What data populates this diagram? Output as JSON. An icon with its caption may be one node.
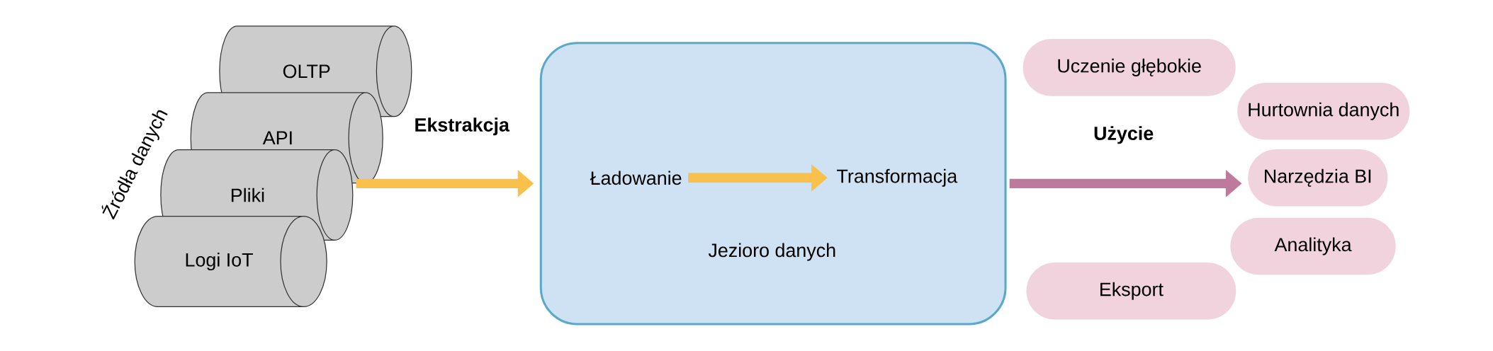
{
  "diagram": {
    "nodes": [
      {
        "text": [
          "OLTP"
        ]
      },
      {
        "text": [
          "API"
        ]
      },
      {
        "text": [
          "Pliki"
        ]
      },
      {
        "text": [
          "Logi IoT"
        ]
      },
      {
        "text": [
          "Jezioro danych"
        ]
      },
      {
        "text": [
          "Ładowanie"
        ],
        "in": 4
      },
      {
        "text": [
          "Transformacja"
        ],
        "in": 4
      },
      {
        "text": [
          "Uczenie głębokie"
        ]
      },
      {
        "text": [
          "Hurtownia danych"
        ]
      },
      {
        "text": [
          "Narzędzia BI"
        ]
      },
      {
        "text": [
          "Analityka"
        ]
      },
      {
        "text": [
          "Eksport"
        ]
      }
    ],
    "edges": [
      {
        "from": 2,
        "to": 4,
        "arrow": "to",
        "label": "Ekstrakcja"
      },
      {
        "from": 5,
        "to": 6,
        "arrow": "to"
      },
      {
        "from": 4,
        "to": 9,
        "arrow": "to",
        "label": "Użycie",
        "color": "#bd7a9d"
      }
    ],
    "labels": [
      "Źródła danych"
    ]
  }
}
